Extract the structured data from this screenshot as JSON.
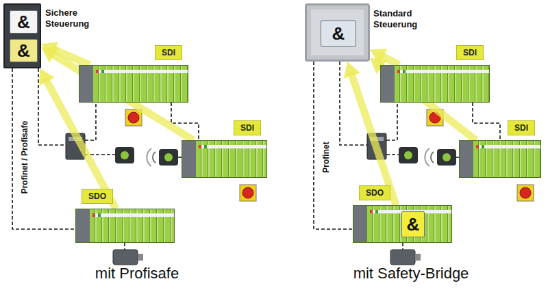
{
  "diagram": {
    "nodes": [
      {
        "text": [
          "Sichere Steuerung"
        ]
      },
      {
        "text": [
          "&"
        ],
        "in": 0
      },
      {
        "text": [
          "&"
        ],
        "in": 0
      },
      {
        "text": [
          "SDI"
        ]
      },
      {
        "text": [
          "SDI"
        ]
      },
      {
        "text": [
          "SDO"
        ]
      },
      {
        "text": [
          "Standard Steuerung"
        ]
      },
      {
        "text": [
          "&"
        ],
        "in": 6
      },
      {
        "text": [
          "SDI"
        ]
      },
      {
        "text": [
          "SDI"
        ]
      },
      {
        "text": [
          "SDO"
        ]
      },
      {
        "text": [
          "&"
        ],
        "in": 10
      }
    ],
    "edges": [
      {
        "from": 3,
        "to": 0,
        "arrow": "to"
      },
      {
        "from": 4,
        "to": 0,
        "arrow": "to"
      },
      {
        "from": 5,
        "to": 0,
        "arrow": "to"
      },
      {
        "from": 8,
        "to": 6,
        "arrow": "to"
      },
      {
        "from": 9,
        "to": 6,
        "arrow": "to"
      },
      {
        "from": 10,
        "to": 6,
        "arrow": "to"
      }
    ],
    "labels": [
      "Profinet / Profisafe",
      "Profinet",
      "mit Profisafe",
      "mit Safety-Bridge"
    ]
  }
}
